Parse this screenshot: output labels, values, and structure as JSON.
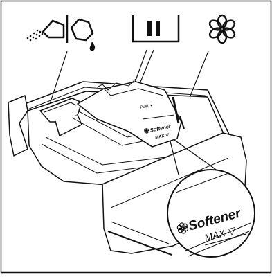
{
  "symbols": {
    "prewash": "pour-powder-liquid-prewash-symbol",
    "main_wash": "II",
    "softener": "flower-softener-symbol"
  },
  "drawer": {
    "push_label": "Push ▸",
    "compartment_brand": "Softener",
    "compartment_max": "MAX ▽"
  },
  "callout": {
    "label": "Softener",
    "max": "MAX ▽"
  },
  "colors": {
    "line": "#111111",
    "background": "#ffffff"
  }
}
